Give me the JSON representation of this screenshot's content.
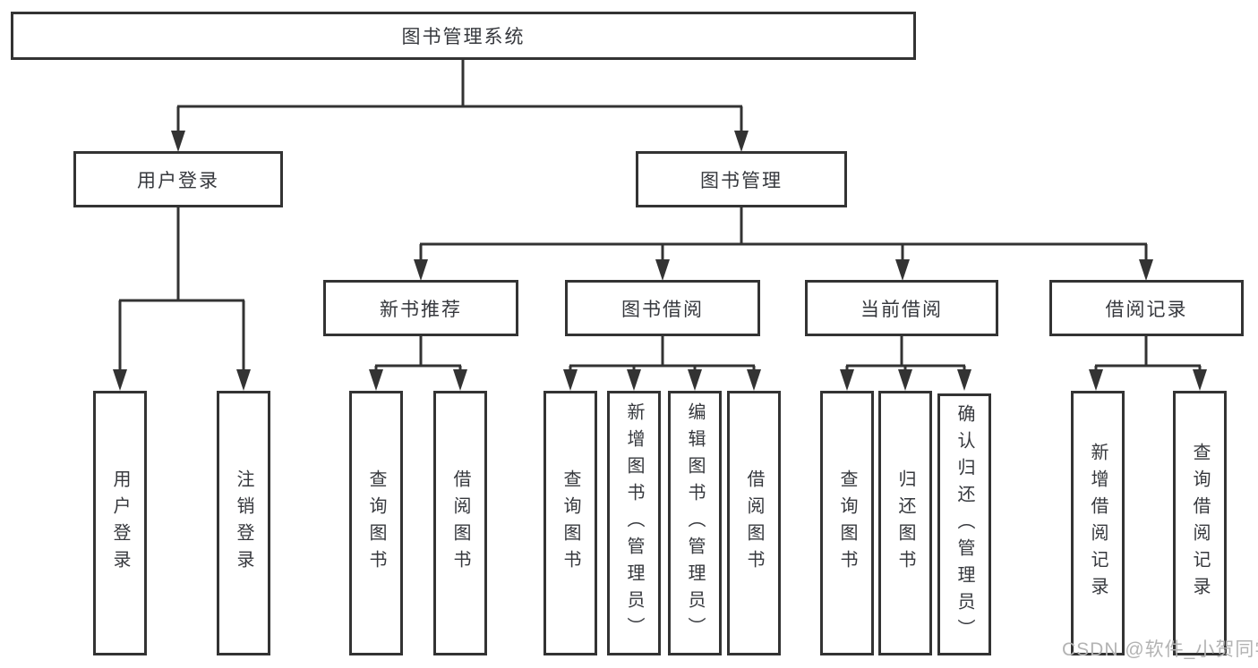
{
  "diagram": {
    "type": "tree",
    "root": {
      "label": "图书管理系统"
    },
    "branches": [
      {
        "label": "用户登录",
        "children": [
          {
            "label": "用户登录"
          },
          {
            "label": "注销登录"
          }
        ]
      },
      {
        "label": "图书管理",
        "children": [
          {
            "label": "新书推荐",
            "children": [
              {
                "label": "查询图书"
              },
              {
                "label": "借阅图书"
              }
            ]
          },
          {
            "label": "图书借阅",
            "children": [
              {
                "label": "查询图书"
              },
              {
                "label": "新增图书（管理员）"
              },
              {
                "label": "编辑图书（管理员）"
              },
              {
                "label": "借阅图书"
              }
            ]
          },
          {
            "label": "当前借阅",
            "children": [
              {
                "label": "查询图书"
              },
              {
                "label": "归还图书"
              },
              {
                "label": "确认归还（管理员）"
              }
            ]
          },
          {
            "label": "借阅记录",
            "children": [
              {
                "label": "新增借阅记录"
              },
              {
                "label": "查询借阅记录"
              }
            ]
          }
        ]
      }
    ]
  },
  "watermark": {
    "text": "CSDN @软件_小贺同学"
  },
  "colors": {
    "line": "#333333",
    "box_border": "#333333",
    "text": "#36383d",
    "watermark": "#b3b3b3",
    "background": "#ffffff"
  }
}
